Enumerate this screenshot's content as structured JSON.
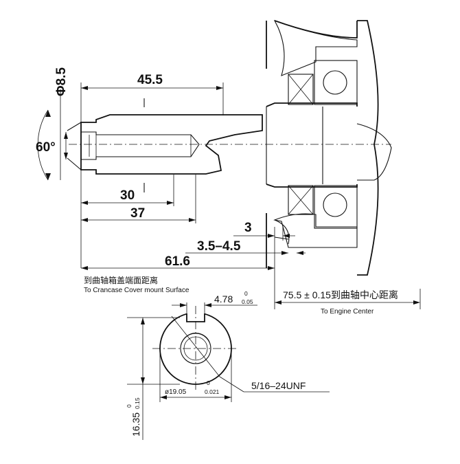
{
  "dimensions": {
    "thread_diameter": "8.5",
    "diameter_symbol": "Φ",
    "chamfer_angle": "60°",
    "length_45_5": "45.5",
    "length_30": "30",
    "length_37": "37",
    "gap_3": "3",
    "range_3_5_4_5": "3.5–4.5",
    "length_61_6": "61.6",
    "key_width_value": "4.78",
    "key_width_upper_tol": "0",
    "key_width_lower_tol": "0.05",
    "key_depth_value": "16.35",
    "key_depth_upper_tol": "0",
    "key_depth_lower_tol": "0.15",
    "shaft_diameter_prefix": "ø19.05",
    "shaft_diameter_upper_tol": "0",
    "shaft_diameter_lower_tol": "0.021",
    "thread_spec": "5/16–24UNF",
    "center_distance": "75.5 ± 0.15到曲轴中心距离"
  },
  "labels": {
    "cover_surface_cn": "到曲轴箱盖端面距离",
    "cover_surface_en": "To Crancase Cover mount Surface",
    "engine_center_en": "To Engine Center"
  }
}
